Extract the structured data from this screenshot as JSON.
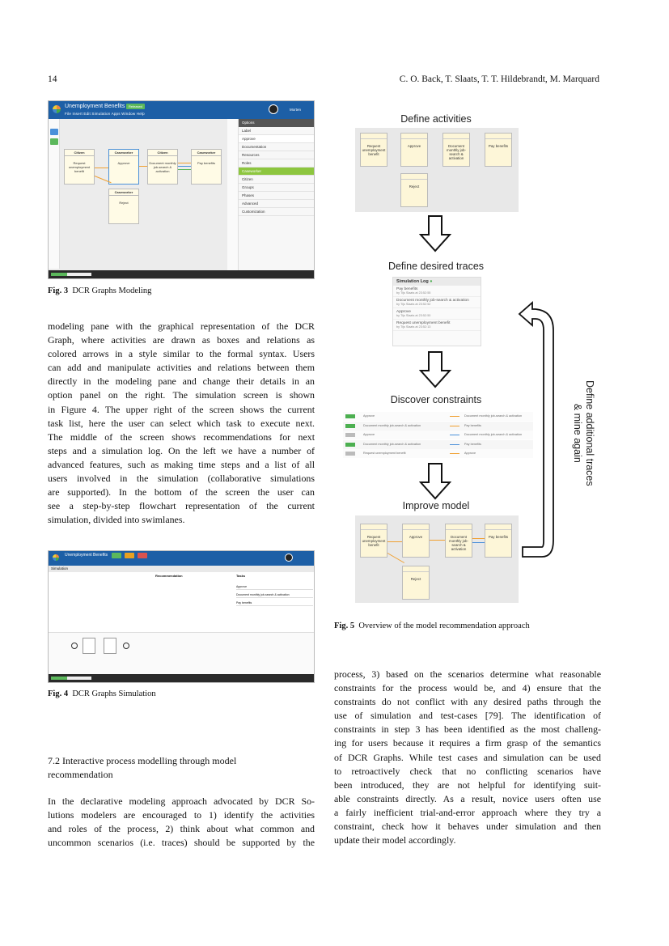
{
  "header": {
    "page_number": "14",
    "authors": "C. O. Back, T. Slaats, T. T. Hildebrandt, M. Marquard"
  },
  "fig3": {
    "caption_label": "Fig. 3",
    "caption_text": "DCR Graphs Modeling",
    "app_title": "Unemployment Benefits",
    "status_badge": "Released",
    "menu": "File  Insert  Edit  Simulation  Apps  Window  Help",
    "user": "Morten",
    "activities": [
      {
        "role": "Citizen",
        "name": "Request unemployment benefit"
      },
      {
        "role": "Caseworker",
        "name": "Approve"
      },
      {
        "role": "Citizen",
        "name": "Document monthly job-search & activation"
      },
      {
        "role": "Caseworker",
        "name": "Pay benefits"
      },
      {
        "role": "Caseworker",
        "name": "Reject"
      }
    ],
    "options": {
      "title": "Options",
      "label_caption": "Label",
      "label_value": "Approve",
      "sections": [
        "Documentation",
        "Resources",
        "Roles",
        "Groups",
        "Phases",
        "Advanced",
        "Customization"
      ],
      "roles": [
        "Caseworker",
        "Citizen"
      ]
    }
  },
  "paragraph1": [
    "modeling pane with the graphical representation of the DCR",
    "Graph, where activities are drawn as boxes and relations as",
    "colored arrows in a style similar to the formal syntax. Users",
    "can add and manipulate activities and relations between them",
    "directly in the modeling pane and change their details in an",
    "option panel on the right. The simulation screen is shown",
    "in Figure 4. The upper right of the screen shows the current",
    "task list, here the user can select which task to execute next.",
    "The middle of the screen shows recommendations for next",
    "steps and a simulation log. On the left we have a number of",
    "advanced features, such as making time steps and a list of all",
    "users involved in the simulation (collaborative simulations",
    "are supported). In the bottom of the screen the user can",
    "see a step-by-step flowchart representation of the current",
    "simulation, divided into swimlanes."
  ],
  "fig4": {
    "caption_label": "Fig. 4",
    "caption_text": "DCR Graphs Simulation",
    "app_title": "Unemployment Benefits",
    "panels": [
      "Simulation",
      "Recommendation",
      "Tasks"
    ],
    "tasks": [
      "Approve",
      "Document monthly job-search & activation",
      "Pay benefits"
    ]
  },
  "section": {
    "title_line1": "7.2 Interactive process modelling through model",
    "title_line2": "recommendation"
  },
  "paragraph2": [
    "In the declarative modeling approach advocated by DCR So-",
    "lutions modelers are encouraged to 1) identify the activities",
    "and roles of the process, 2) think about what common and",
    "uncommon scenarios (i.e. traces) should be supported by the"
  ],
  "fig5": {
    "caption_label": "Fig. 5",
    "caption_text": "Overview of the model recommendation approach",
    "stages": [
      "Define activities",
      "Define desired traces",
      "Discover constraints",
      "Improve model"
    ],
    "side_label_line1": "Define additional traces",
    "side_label_line2": "& mine again",
    "activities": [
      "Request unemployment benefit",
      "Approve",
      "Document monthly job-search & activation",
      "Pay benefits",
      "Reject"
    ],
    "log_title": "Simulation Log",
    "log_entries": [
      {
        "activity": "Pay benefits",
        "by": "by Tijs Slaats at 23:52:55"
      },
      {
        "activity": "Document monthly job-search & activation",
        "by": "by Tijs Slaats at 23:52:52"
      },
      {
        "activity": "Approve",
        "by": "by Tijs Slaats at 23:52:50"
      },
      {
        "activity": "Request unemployment benefit",
        "by": "by Tijs Slaats at 23:52:13"
      }
    ],
    "constraints": [
      {
        "from": "Approve",
        "to": "Document monthly job-search & activation",
        "color": "#f0a030",
        "swatch": "#4caf50"
      },
      {
        "from": "Document monthly job-search & activation",
        "to": "Pay benefits",
        "color": "#f0a030",
        "swatch": "#4caf50"
      },
      {
        "from": "Approve",
        "to": "Document monthly job-search & activation",
        "color": "#4a90d9",
        "swatch": "#bbbbbb"
      },
      {
        "from": "Document monthly job-search & activation",
        "to": "Pay benefits",
        "color": "#4a90d9",
        "swatch": "#4caf50"
      },
      {
        "from": "Request unemployment benefit",
        "to": "Approve",
        "color": "#f0a030",
        "swatch": "#bbbbbb"
      }
    ]
  },
  "paragraph3": [
    "process, 3) based on the scenarios determine what reasonable",
    "constraints for the process would be, and 4) ensure that the",
    "constraints do not conflict with any desired paths through the",
    "use of simulation and test-cases [79]. The identification of",
    "constraints in step 3 has been identified as the most challeng-",
    "ing for users because it requires a firm grasp of the semantics",
    "of DCR Graphs. While test cases and simulation can be used",
    "to retroactively check that no conflicting scenarios have",
    "been introduced, they are not helpful for identifying suit-",
    "able constraints directly. As a result, novice users often use",
    "a fairly inefficient trial-and-error approach where they try a",
    "constraint, check how it behaves under simulation and then",
    "update their model accordingly."
  ]
}
